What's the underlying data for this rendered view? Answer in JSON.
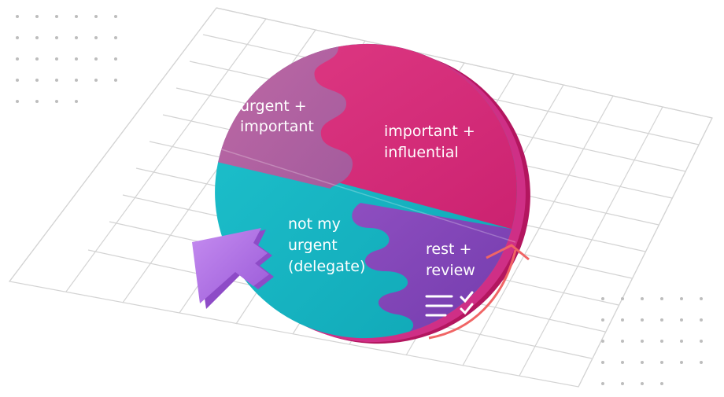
{
  "quadrants": [
    {
      "id": "urgent-important",
      "line1": "urgent +",
      "line2": "important",
      "color": "#a05a9c"
    },
    {
      "id": "important-influential",
      "line1": "important +",
      "line2": "influential",
      "color": "#d8257a"
    },
    {
      "id": "not-my-urgent",
      "line1": "not my",
      "line2": "urgent",
      "line3": "(delegate)",
      "color": "#13b5c4"
    },
    {
      "id": "rest-review",
      "line1": "rest +",
      "line2": "review",
      "color": "#8044b4"
    }
  ],
  "icons": {
    "list_check": "checklist-icon",
    "cursor": "cursor-arrow-icon"
  },
  "colors": {
    "grid": "#cfcfcf",
    "dots": "#b9b9b9",
    "accent_line": "#f06565",
    "cursor": "#b477e6"
  }
}
